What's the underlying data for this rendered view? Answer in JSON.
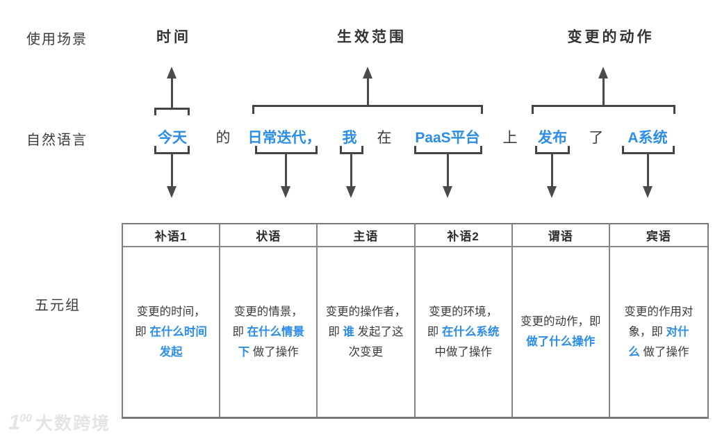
{
  "colors": {
    "accent_blue": "#2b8de8",
    "arrow_gray": "#4a4a4a",
    "table_border_gray": "#7a7a7a",
    "text_dark": "#3b3b3b",
    "watermark_gray": "#e4e4e4"
  },
  "row_labels": {
    "scenario": "使用场景",
    "natural_language": "自然语言",
    "five_tuple": "五元组"
  },
  "scene_headers": [
    {
      "text": "时间"
    },
    {
      "text": "生效范围"
    },
    {
      "text": "变更的动作"
    }
  ],
  "sentence": {
    "words": [
      {
        "text": "今天",
        "highlight": true
      },
      {
        "text": "的",
        "highlight": false
      },
      {
        "text": "日常迭代，",
        "highlight": true
      },
      {
        "text": "我",
        "highlight": true
      },
      {
        "text": "在",
        "highlight": false
      },
      {
        "text": "PaaS平台",
        "highlight": true
      },
      {
        "text": "上",
        "highlight": false
      },
      {
        "text": "发布",
        "highlight": true
      },
      {
        "text": "了",
        "highlight": false
      },
      {
        "text": "A系统",
        "highlight": true
      }
    ]
  },
  "table": {
    "headers": [
      "补语1",
      "状语",
      "主语",
      "补语2",
      "谓语",
      "宾语"
    ],
    "cells": [
      {
        "lines": [
          [
            {
              "t": "变更的时间，"
            }
          ],
          [
            {
              "t": "即 "
            },
            {
              "t": "在什么时间",
              "b": true
            }
          ],
          [
            {
              "t": "发起",
              "b": true
            }
          ]
        ]
      },
      {
        "lines": [
          [
            {
              "t": "变更的情景，"
            }
          ],
          [
            {
              "t": "即 "
            },
            {
              "t": "在什么情景",
              "b": true
            }
          ],
          [
            {
              "t": "下",
              "b": true
            },
            {
              "t": " 做了操作"
            }
          ]
        ]
      },
      {
        "lines": [
          [
            {
              "t": "变更的操作者，"
            }
          ],
          [
            {
              "t": "即 "
            },
            {
              "t": "谁",
              "b": true
            },
            {
              "t": " 发起了这"
            }
          ],
          [
            {
              "t": "次变更"
            }
          ]
        ]
      },
      {
        "lines": [
          [
            {
              "t": "变更的环境，"
            }
          ],
          [
            {
              "t": "即 "
            },
            {
              "t": "在什么系统",
              "b": true
            }
          ],
          [
            {
              "t": "中做了操作"
            }
          ]
        ]
      },
      {
        "lines": [
          [
            {
              "t": "变更的动作，即"
            }
          ],
          [
            {
              "t": "做了什么操作",
              "b": true
            }
          ]
        ]
      },
      {
        "lines": [
          [
            {
              "t": "变更的作用对"
            }
          ],
          [
            {
              "t": "象，即 "
            },
            {
              "t": "对什",
              "b": true
            }
          ],
          [
            {
              "t": "么",
              "b": true
            },
            {
              "t": " 做了操作"
            }
          ]
        ]
      }
    ]
  },
  "watermark": {
    "logo_main": "1",
    "logo_sup": "00",
    "text": "大数跨境"
  }
}
